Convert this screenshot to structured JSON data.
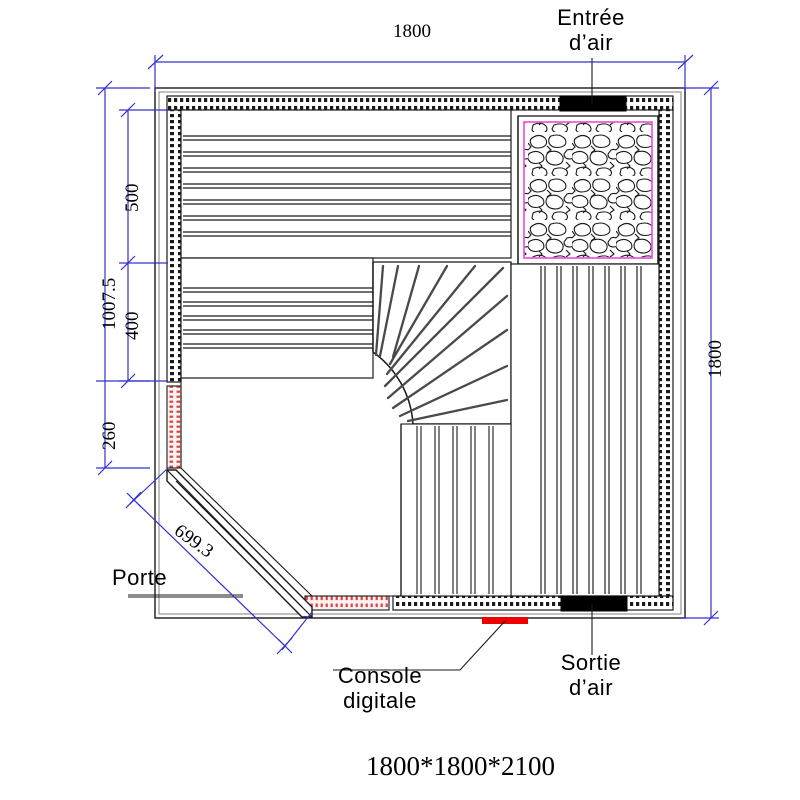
{
  "drawing": {
    "title": "1800*1800*2100",
    "units": "mm",
    "kind": "sauna-floor-plan"
  },
  "annotations": {
    "air_inlet": "Entrée\nd’air",
    "air_outlet": "Sortie\nd’air",
    "digital_console": "Console\ndigitale",
    "door": "Porte"
  },
  "dimensions": {
    "top_width": "1800",
    "right_height": "1800",
    "left_total": "1007.5",
    "left_upper": "500",
    "left_middle": "400",
    "left_lower": "260",
    "door_diagonal": "699.3"
  },
  "colors": {
    "dimension_blue": "#3333cc",
    "heater_magenta": "#ee55dd",
    "console_red": "#ee0000",
    "glass_red": "#dd4444",
    "line_black": "#1a1a1a",
    "wall_gray": "#808080"
  },
  "elements": {
    "heater": "stone-heater",
    "bench_upper": "upper-bench-slats",
    "bench_lower": "lower-bench-slats",
    "bench_corner": "radial-corner-bench",
    "bench_right": "right-bench-slats",
    "vent_top": "air-inlet-vent",
    "vent_bottom": "air-outlet-vent",
    "console": "digital-console-strip",
    "door_panel": "diagonal-glass-door",
    "side_glass": "side-glass-panel",
    "front_glass": "front-glass-panel"
  }
}
